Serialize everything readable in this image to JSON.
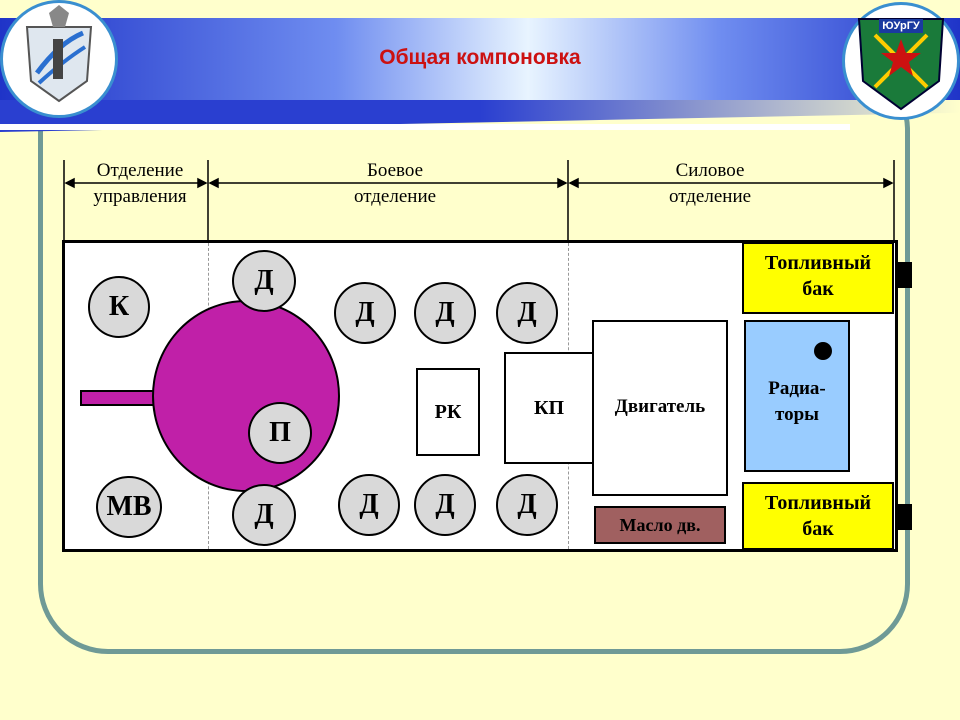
{
  "header": {
    "title": "Общая компоновка"
  },
  "logos": {
    "right_text": "ЮУрГУ"
  },
  "sections": [
    {
      "line1": "Отделение",
      "line2": "управления"
    },
    {
      "line1": "Боевое",
      "line2": "отделение"
    },
    {
      "line1": "Силовое",
      "line2": "отделение"
    }
  ],
  "crew": {
    "commander": "К",
    "mechanic_driver": "МВ",
    "gunner": "П",
    "troop": "Д"
  },
  "components": {
    "rk": "РК",
    "kp": "КП",
    "engine": "Двигатель",
    "oil": "Масло дв.",
    "radiator_line1": "Радиа-",
    "radiator_line2": "торы",
    "fuel_line1": "Топливный",
    "fuel_line2": "бак"
  },
  "colors": {
    "turret": "#c020a8",
    "radiator": "#99ccff",
    "fuel": "#ffff00",
    "oil": "#a06060",
    "title": "#cc1111"
  }
}
